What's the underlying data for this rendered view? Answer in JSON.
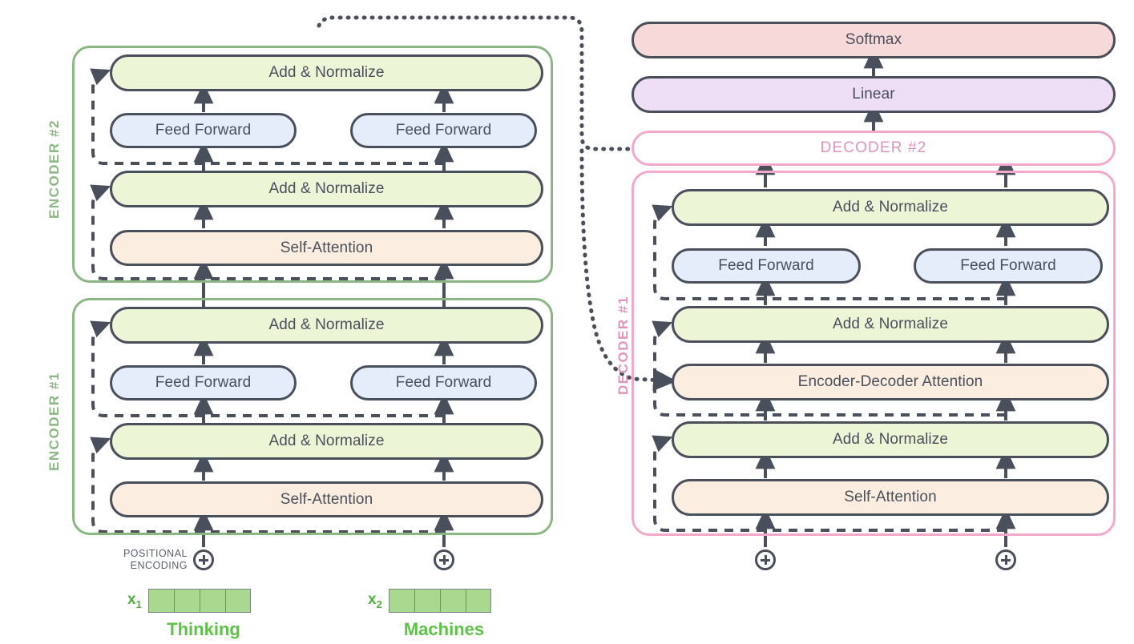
{
  "figure": {
    "title": "Transformer encoder-decoder architecture",
    "colors": {
      "add_norm_fill": "#edf5d7",
      "feed_forward_fill": "#e4edf9",
      "attention_fill": "#fbeee0",
      "softmax_fill": "#f7d9d9",
      "linear_fill": "#eedff7",
      "encoder_border": "#8bb783",
      "decoder_border": "#f4a8cc",
      "node_border": "#4a4f5c",
      "text": "#4a4f5c",
      "embedding_cell": "#a8d98f",
      "word_text": "#5cc347"
    }
  },
  "encoder_stack": {
    "blocks": [
      {
        "label": "ENCODER #2",
        "rows": [
          {
            "type": "add-normalize",
            "label": "Add & Normalize",
            "span": "full"
          },
          {
            "type": "feed-forward",
            "label": "Feed Forward",
            "span": "split",
            "count": 2
          },
          {
            "type": "add-normalize",
            "label": "Add & Normalize",
            "span": "full"
          },
          {
            "type": "self-attention",
            "label": "Self-Attention",
            "span": "full"
          }
        ]
      },
      {
        "label": "ENCODER #1",
        "rows": [
          {
            "type": "add-normalize",
            "label": "Add & Normalize",
            "span": "full"
          },
          {
            "type": "feed-forward",
            "label": "Feed Forward",
            "span": "split",
            "count": 2
          },
          {
            "type": "add-normalize",
            "label": "Add & Normalize",
            "span": "full"
          },
          {
            "type": "self-attention",
            "label": "Self-Attention",
            "span": "full"
          }
        ]
      }
    ]
  },
  "decoder_stack": {
    "output_head": [
      {
        "type": "softmax",
        "label": "Softmax"
      },
      {
        "type": "linear",
        "label": "Linear"
      }
    ],
    "banner": {
      "label": "DECODER #2"
    },
    "block": {
      "label": "DECODER #1",
      "rows": [
        {
          "type": "add-normalize",
          "label": "Add & Normalize",
          "span": "full"
        },
        {
          "type": "feed-forward",
          "label": "Feed Forward",
          "span": "split",
          "count": 2
        },
        {
          "type": "add-normalize",
          "label": "Add & Normalize",
          "span": "full"
        },
        {
          "type": "encoder-decoder-attention",
          "label": "Encoder-Decoder Attention",
          "span": "full"
        },
        {
          "type": "add-normalize",
          "label": "Add & Normalize",
          "span": "full"
        },
        {
          "type": "self-attention",
          "label": "Self-Attention",
          "span": "full"
        }
      ]
    }
  },
  "inputs": {
    "positional_encoding_label_line1": "POSITIONAL",
    "positional_encoding_label_line2": "ENCODING",
    "plus_icon": "circled-plus-icon",
    "embeddings": [
      {
        "tag": "x",
        "index": "1",
        "word": "Thinking",
        "cells": 4
      },
      {
        "tag": "x",
        "index": "2",
        "word": "Machines",
        "cells": 4
      }
    ]
  },
  "decoder_inputs": {
    "plus_icon": "circled-plus-icon",
    "count": 2
  }
}
